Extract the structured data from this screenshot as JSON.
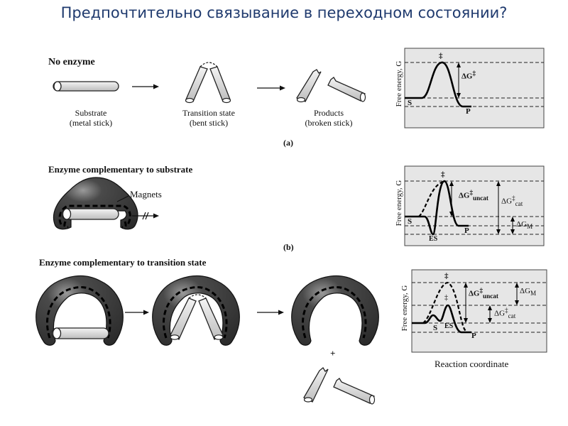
{
  "title": "Предпочтительно связывание в переходном состоянии?",
  "section_a": {
    "heading": "No enzyme",
    "substrate": [
      "Substrate",
      "(metal stick)"
    ],
    "transition": [
      "Transition state",
      "(bent stick)"
    ],
    "products": [
      "Products",
      "(broken stick)"
    ],
    "label": "(a)"
  },
  "section_b": {
    "heading": "Enzyme complementary to substrate",
    "magnets": "Magnets",
    "label": "(b)"
  },
  "section_c": {
    "heading": "Enzyme complementary to transition state",
    "plus": "+"
  },
  "graphs": {
    "ylabel": "Free energy, G",
    "xlabel": "Reaction coordinate",
    "S": "S",
    "P": "P",
    "ES": "ES",
    "dagger": "‡",
    "dG": "ΔG",
    "uncat": "uncat",
    "cat": "cat",
    "M": "M"
  }
}
